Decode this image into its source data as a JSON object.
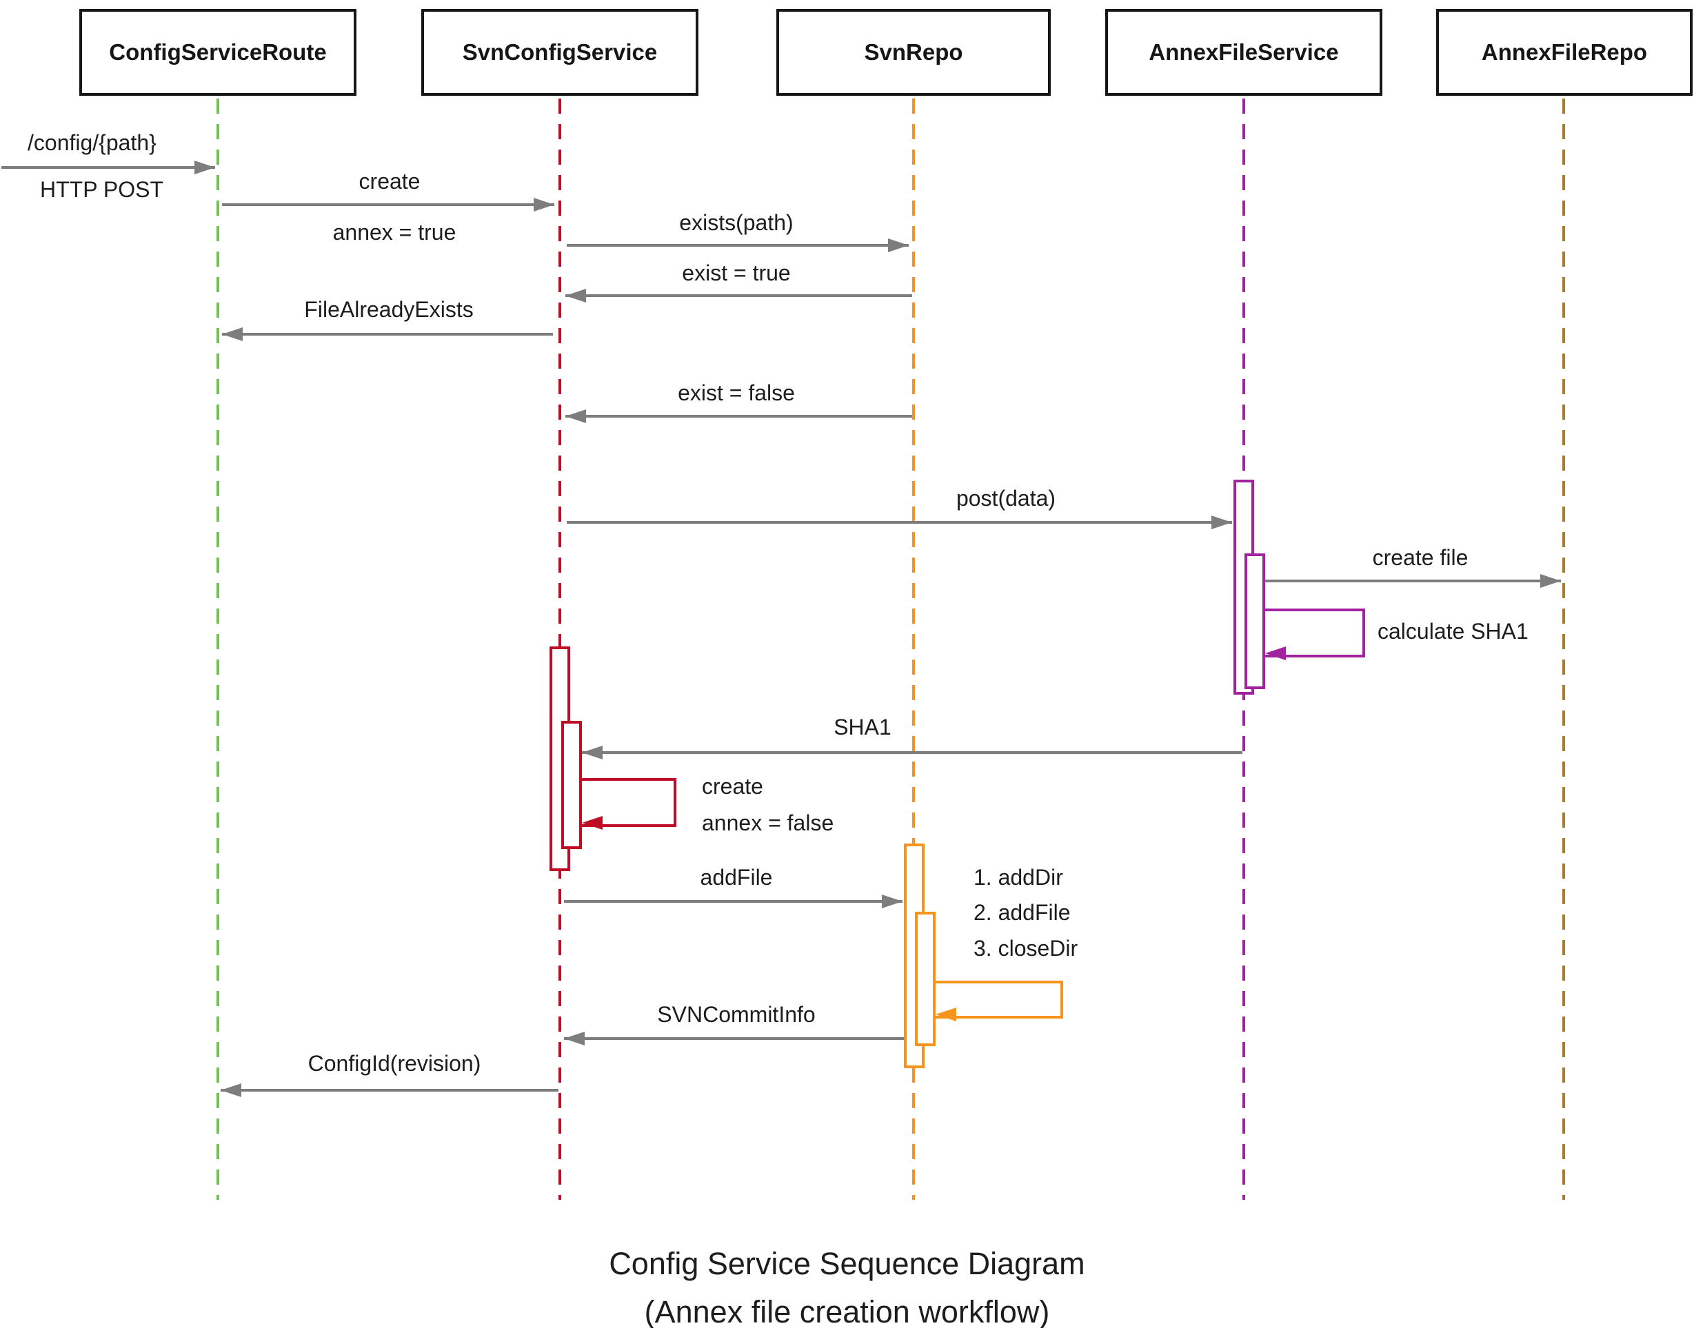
{
  "participants": [
    {
      "name": "ConfigServiceRoute"
    },
    {
      "name": "SvnConfigService"
    },
    {
      "name": "SvnRepo"
    },
    {
      "name": "AnnexFileService"
    },
    {
      "name": "AnnexFileRepo"
    }
  ],
  "messages": {
    "http_post_line1": "/config/{path}",
    "http_post_line2": "HTTP POST",
    "create_line1": "create",
    "create_line2": "annex = true",
    "exists_path": "exists(path)",
    "exist_true": "exist = true",
    "file_already_exists": "FileAlreadyExists",
    "exist_false": "exist = false",
    "post_data": "post(data)",
    "create_file": "create file",
    "calculate_sha1": "calculate SHA1",
    "sha1": "SHA1",
    "create_annex_false_line1": "create",
    "create_annex_false_line2": "annex = false",
    "add_file": "addFile",
    "svn_step_1": "1. addDir",
    "svn_step_2": "2. addFile",
    "svn_step_3": "3. closeDir",
    "svn_commit_info": "SVNCommitInfo",
    "config_id_revision": "ConfigId(revision)"
  },
  "title": {
    "line1": "Config Service Sequence Diagram",
    "line2": "(Annex file creation workflow)"
  },
  "colors": {
    "green": "#72c057",
    "red": "#c00d25",
    "orange": "#f7941e",
    "purple": "#a2239f",
    "brown": "#a67c2e",
    "arrow": "#7d7d7d"
  }
}
